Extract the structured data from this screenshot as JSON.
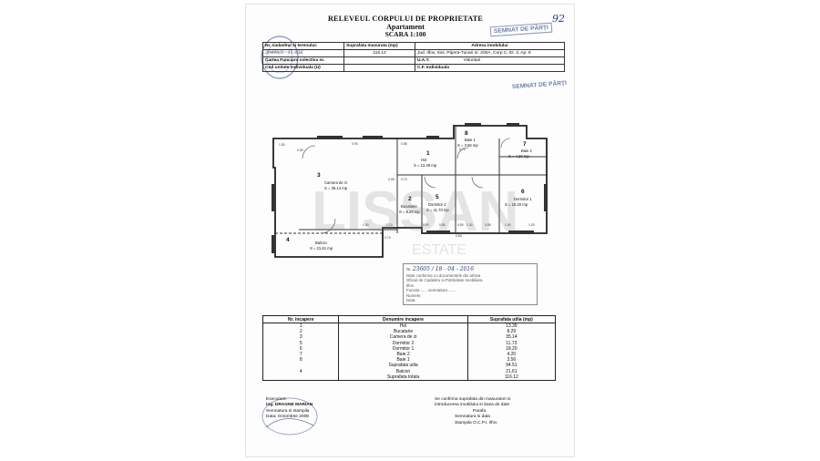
{
  "document": {
    "title": "RELEVEUL CORPULUI DE PROPRIETATE",
    "subtitle": "Apartament",
    "scale": "SCARA 1:100",
    "page_number": "92",
    "stamp_top": "SEMNAT DE PĂRȚI",
    "stamp_side": "SEMNAT DE PĂRȚI"
  },
  "info": {
    "cadastral_label": "Nr. cadastral si terenului:",
    "cadastral_value": "20490/3 - 11-036",
    "surface_label": "Suprafata masurata (mp)",
    "surface_value": "116.12",
    "address_label": "Adresa imobilului",
    "address_value": "Jud. Ilfov, Sos. Pipera-Tunari nr. 200A, Corp C, Et. 3, Ap. 9",
    "cf_collective_label": "Cartea Funciara colectiva nr.",
    "uat_label": "U.A.T.",
    "uat_value": "Voluntari",
    "unit_label": "Cod unitate individuala (U)",
    "cf_individual_label": "C.F. Individuala"
  },
  "plan": {
    "rooms": [
      {
        "num": "1",
        "name": "Hol",
        "area": "S = 13.39 mp"
      },
      {
        "num": "2",
        "name": "Bucatarie",
        "area": "S = 8.29 mp"
      },
      {
        "num": "3",
        "name": "Camera de zi",
        "area": "S = 35.14 mp"
      },
      {
        "num": "4",
        "name": "Balcon",
        "area": "S = 21.61 mp"
      },
      {
        "num": "5",
        "name": "Dormitor 2",
        "area": "S = 11.73 mp"
      },
      {
        "num": "6",
        "name": "Dormitor 1",
        "area": "S = 18.20 mp"
      },
      {
        "num": "7",
        "name": "Baie 2",
        "area": "S = 4.20 mp"
      },
      {
        "num": "8",
        "name": "Baie 1",
        "area": "S = 3.56 mp"
      }
    ],
    "dims": [
      "1.50",
      "0.65",
      "0.90",
      "0.85",
      "0.75",
      "0.58",
      "0.70",
      "1.50",
      "1.10",
      "0.90",
      "0.85",
      "0.50",
      "1.30",
      "0.85",
      "1.60",
      "1.20",
      "0.80",
      "0.70"
    ]
  },
  "watermark": {
    "big": "LISSAN",
    "small": "ESTATE"
  },
  "box": {
    "line1": "Nr.",
    "stamp_no": "23605 / 18 - 04 - 2016",
    "line2": "Date conforme cu documentele din arhiva",
    "line3": "Oficiul de Cadastru si Publicitate Imobiliara",
    "line4": "Ilfov",
    "line5": "Functia ......  semnatura .......",
    "line6": "Numele:",
    "line7": "Data:"
  },
  "rooms_table": {
    "headers": [
      "Nr. incapere",
      "Denumire incapere",
      "Suprafata utila (mp)"
    ],
    "rows": [
      [
        "1",
        "Hol",
        "13.39"
      ],
      [
        "2",
        "Bucatarie",
        "8.29"
      ],
      [
        "3",
        "Camera de zi",
        "35.14"
      ],
      [
        "5",
        "Dormitor 2",
        "11.73"
      ],
      [
        "6",
        "Dormitor 1",
        "18.20"
      ],
      [
        "7",
        "Baie 2",
        "4.20"
      ],
      [
        "8",
        "Baie 1",
        "3.56"
      ],
      [
        "",
        "Suprafata utila",
        "94.51"
      ],
      [
        "4",
        "Balcon",
        "21.61"
      ],
      [
        "",
        "Suprafata totala",
        "116.12"
      ]
    ]
  },
  "footer": {
    "left_title": "Executant:",
    "left_name": "ing. DRAGNE MARIAN",
    "left_sig": "Semnatura si stampila",
    "left_date": "Data: Octombrie 2008",
    "right_line1": "Se confirma suprafata din masuratori si",
    "right_line2": "introducerea imobilului in baza de date",
    "right_line3": "Parafa",
    "right_line4": "Semnatura si data",
    "right_line5": "Stampila O.C.P.I. Ilfov"
  }
}
